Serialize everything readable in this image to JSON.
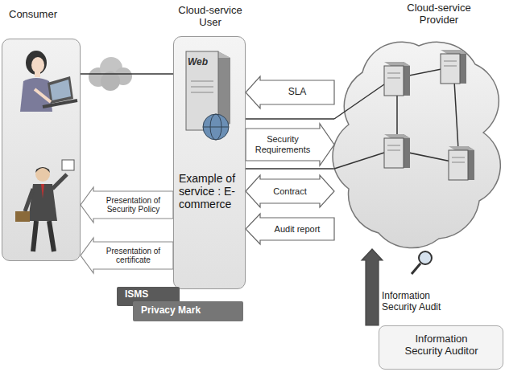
{
  "diagram": {
    "nodes": [
      {
        "text": [
          "Consumer"
        ]
      },
      {
        "text": [
          "Cloud-service User",
          "Example of service : E-commerce"
        ]
      },
      {
        "text": [
          "Cloud-service Provider"
        ]
      },
      {
        "text": [
          "Information Security Auditor"
        ]
      },
      {
        "text": [
          "ISMS"
        ]
      },
      {
        "text": [
          "Privacy Mark"
        ]
      }
    ],
    "edges": [
      {
        "from": 0,
        "to": 1,
        "arrow": "none"
      },
      {
        "from": 1,
        "to": 2,
        "arrow": "none"
      },
      {
        "from": 1,
        "to": 2,
        "arrow": "none"
      },
      {
        "from": 2,
        "to": 1,
        "arrow": "to",
        "label": "SLA"
      },
      {
        "from": 1,
        "to": 2,
        "arrow": "to",
        "label": "Security Requirements"
      },
      {
        "from": 1,
        "to": 2,
        "arrow": "both",
        "label": "Contract"
      },
      {
        "from": 2,
        "to": 1,
        "arrow": "to",
        "label": "Audit report"
      },
      {
        "from": 1,
        "to": 0,
        "arrow": "to",
        "label": "Presentation of Security Policy"
      },
      {
        "from": 1,
        "to": 0,
        "arrow": "to",
        "label": "Presentation of certificate"
      },
      {
        "from": 3,
        "to": 2,
        "arrow": "to",
        "label": "Information Security Audit"
      }
    ],
    "labels": [
      "Web"
    ]
  }
}
